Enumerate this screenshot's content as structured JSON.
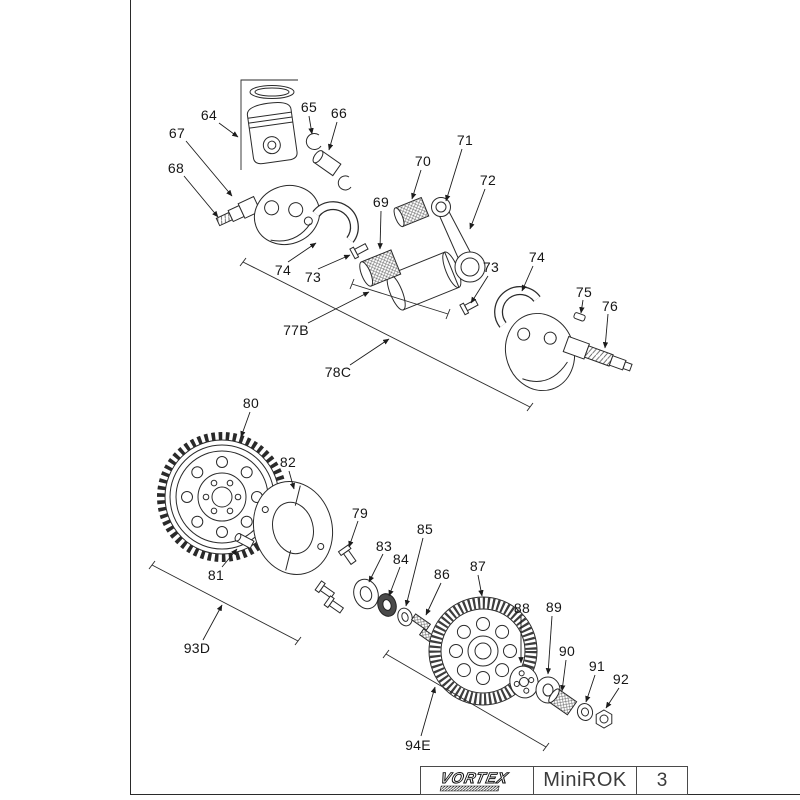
{
  "page": {
    "background": "#ffffff",
    "ink": "#2a2a2a"
  },
  "titleblock": {
    "brand": "VORTEX",
    "model": "MiniROK",
    "page_number": "3"
  },
  "labels": [
    {
      "text": "64"
    },
    {
      "text": "65"
    },
    {
      "text": "66"
    },
    {
      "text": "67"
    },
    {
      "text": "68"
    },
    {
      "text": "69"
    },
    {
      "text": "70"
    },
    {
      "text": "71"
    },
    {
      "text": "72"
    },
    {
      "text": "73"
    },
    {
      "text": "74"
    },
    {
      "text": "73"
    },
    {
      "text": "74"
    },
    {
      "text": "75"
    },
    {
      "text": "76"
    },
    {
      "text": "77B"
    },
    {
      "text": "78C"
    },
    {
      "text": "80"
    },
    {
      "text": "81"
    },
    {
      "text": "82"
    },
    {
      "text": "79"
    },
    {
      "text": "83"
    },
    {
      "text": "84"
    },
    {
      "text": "85"
    },
    {
      "text": "86"
    },
    {
      "text": "87"
    },
    {
      "text": "88"
    },
    {
      "text": "89"
    },
    {
      "text": "90"
    },
    {
      "text": "91"
    },
    {
      "text": "92"
    },
    {
      "text": "93D"
    },
    {
      "text": "94E"
    }
  ]
}
